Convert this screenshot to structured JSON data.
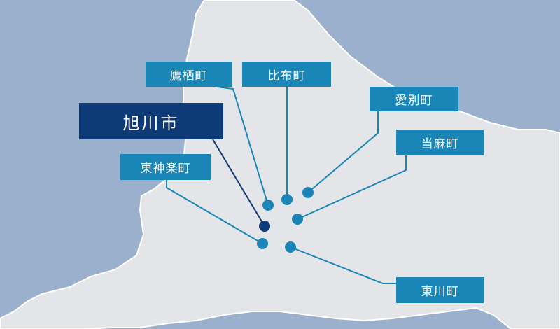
{
  "colors": {
    "sea": "#9ab0cc",
    "land": "#e4e5e8",
    "coast": "#ffffff",
    "marker": "#1a86b8",
    "primary_marker": "#0e3a78"
  },
  "towns": {
    "asahikawa": {
      "name": "旭川市",
      "primary": true
    },
    "takasu": {
      "name": "鷹栖町"
    },
    "pippu": {
      "name": "比布町"
    },
    "aibetsu": {
      "name": "愛別町"
    },
    "touma": {
      "name": "当麻町"
    },
    "higashikagura": {
      "name": "東神楽町"
    },
    "higashikawa": {
      "name": "東川町"
    }
  }
}
